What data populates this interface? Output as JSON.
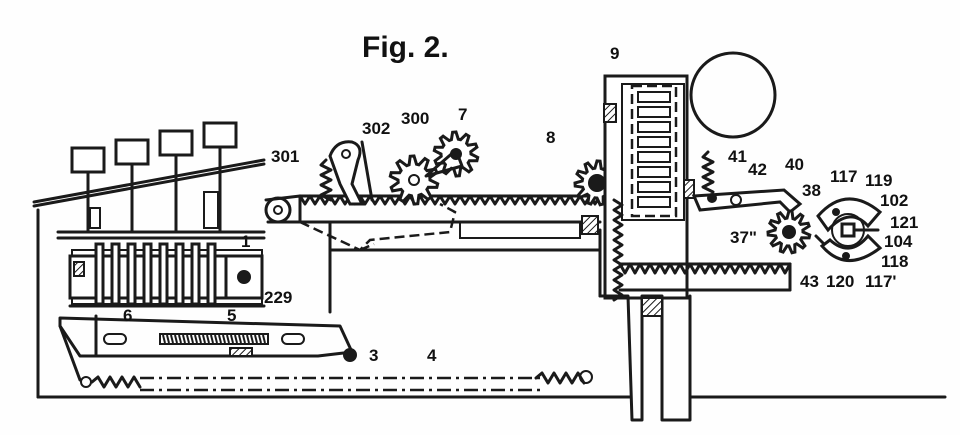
{
  "figure": {
    "title": "Fig. 2."
  },
  "labels": {
    "l1": "1",
    "l3": "3",
    "l4": "4",
    "l5": "5",
    "l6": "6",
    "l7": "7",
    "l8": "8",
    "l9": "9",
    "l37": "37\"",
    "l38": "38",
    "l40": "40",
    "l41": "41",
    "l42": "42",
    "l43": "43",
    "l102": "102",
    "l104": "104",
    "l117": "117",
    "l117p": "117'",
    "l118": "118",
    "l119": "119",
    "l120": "120",
    "l121": "121",
    "l229": "229",
    "l300": "300",
    "l301": "301",
    "l302": "302"
  }
}
